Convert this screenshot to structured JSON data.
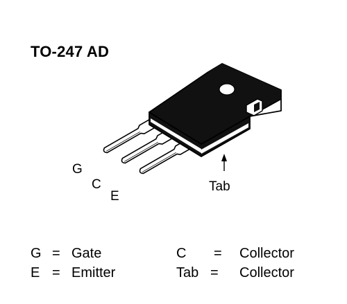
{
  "package": {
    "title": "TO-247 AD"
  },
  "pins": [
    {
      "letter": "G"
    },
    {
      "letter": "C"
    },
    {
      "letter": "E"
    }
  ],
  "tab_label": "Tab",
  "legend": {
    "equals": "=",
    "rows": [
      [
        {
          "symbol": "G",
          "name": "Gate"
        },
        {
          "symbol": "C",
          "name": "Collector"
        }
      ],
      [
        {
          "symbol": "E",
          "name": "Emitter"
        },
        {
          "symbol": "Tab",
          "name": "Collector"
        }
      ]
    ]
  }
}
